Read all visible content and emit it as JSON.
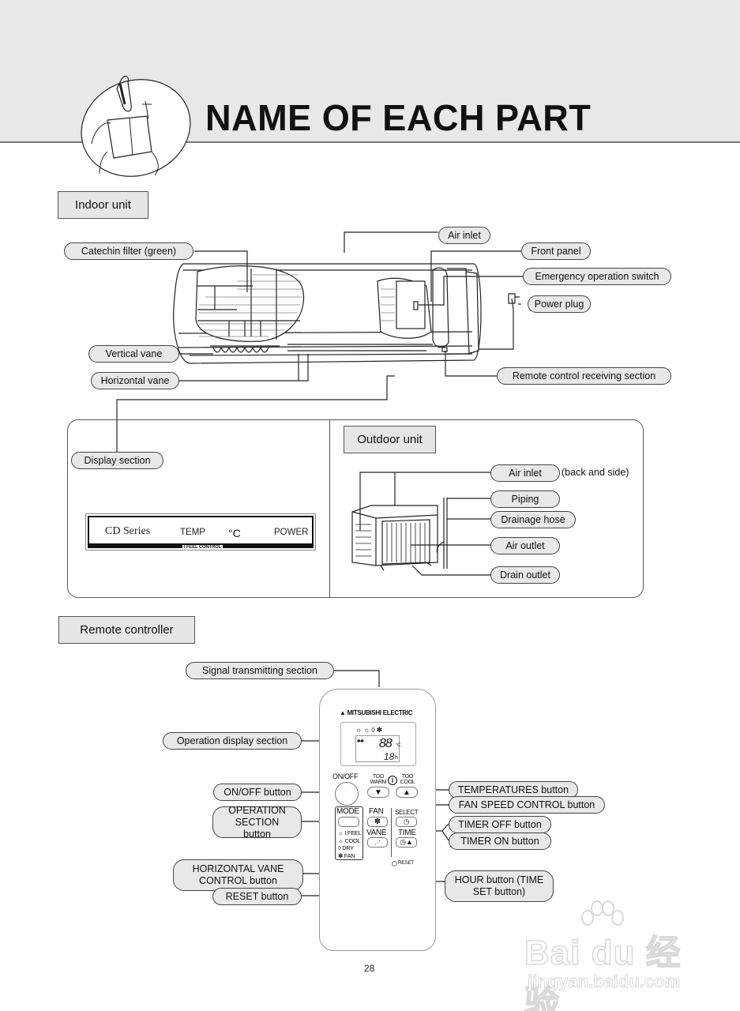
{
  "page": {
    "title": "NAME OF EACH PART",
    "page_number": "28"
  },
  "sections": {
    "indoor": "Indoor unit",
    "outdoor": "Outdoor unit",
    "remote": "Remote controller"
  },
  "indoor_unit": {
    "labels": {
      "catechin_filter": "Catechin filter (green)",
      "air_inlet": "Air inlet",
      "front_panel": "Front panel",
      "emergency_switch": "Emergency operation switch",
      "power_plug": "Power plug",
      "vertical_vane": "Vertical vane",
      "horizontal_vane": "Horizontal vane",
      "remote_receiving": "Remote control receiving section",
      "display_section": "Display section"
    },
    "display_panel": {
      "series": "CD Series",
      "temp": "TEMP",
      "unit": "°C",
      "power": "POWER",
      "ifeel": "I FEEL CONTROL"
    }
  },
  "outdoor_unit": {
    "labels": {
      "air_inlet": "Air inlet",
      "air_inlet_note": "(back and side)",
      "piping": "Piping",
      "drainage_hose": "Drainage hose",
      "air_outlet": "Air outlet",
      "drain_outlet": "Drain outlet"
    }
  },
  "remote_controller": {
    "brand": "MITSUBISHI ELECTRIC",
    "lcd": {
      "temp": "88",
      "temp_unit": "°C",
      "hours": "18",
      "hours_unit": "h"
    },
    "buttons": {
      "on_off": "ON/OFF",
      "too_warm": "TOO WARM",
      "too_cool": "TOO COOL",
      "down_arrow": "▼",
      "up_arrow": "▲",
      "mode": "MODE",
      "fan": "FAN",
      "vane": "VANE",
      "select": "SELECT",
      "time": "TIME",
      "reset": "RESET",
      "mode_options": [
        "I FEEL",
        "COOL",
        "DRY",
        "FAN"
      ]
    },
    "labels": {
      "signal_transmitting": "Signal transmitting section",
      "operation_display": "Operation display section",
      "on_off_button": "ON/OFF button",
      "operation_section_button": "OPERATION SECTION button",
      "horizontal_vane_button": "HORIZONTAL VANE CONTROL button",
      "reset_button": "RESET button",
      "temperatures_button": "TEMPERATURES button",
      "fan_speed_button": "FAN SPEED CONTROL button",
      "timer_off_button": "TIMER OFF button",
      "timer_on_button": "TIMER ON button",
      "hour_button": "HOUR button (TIME SET button)"
    }
  },
  "watermark": {
    "brand": "Bai du 经验",
    "url": "jingyan.baidu.com"
  }
}
